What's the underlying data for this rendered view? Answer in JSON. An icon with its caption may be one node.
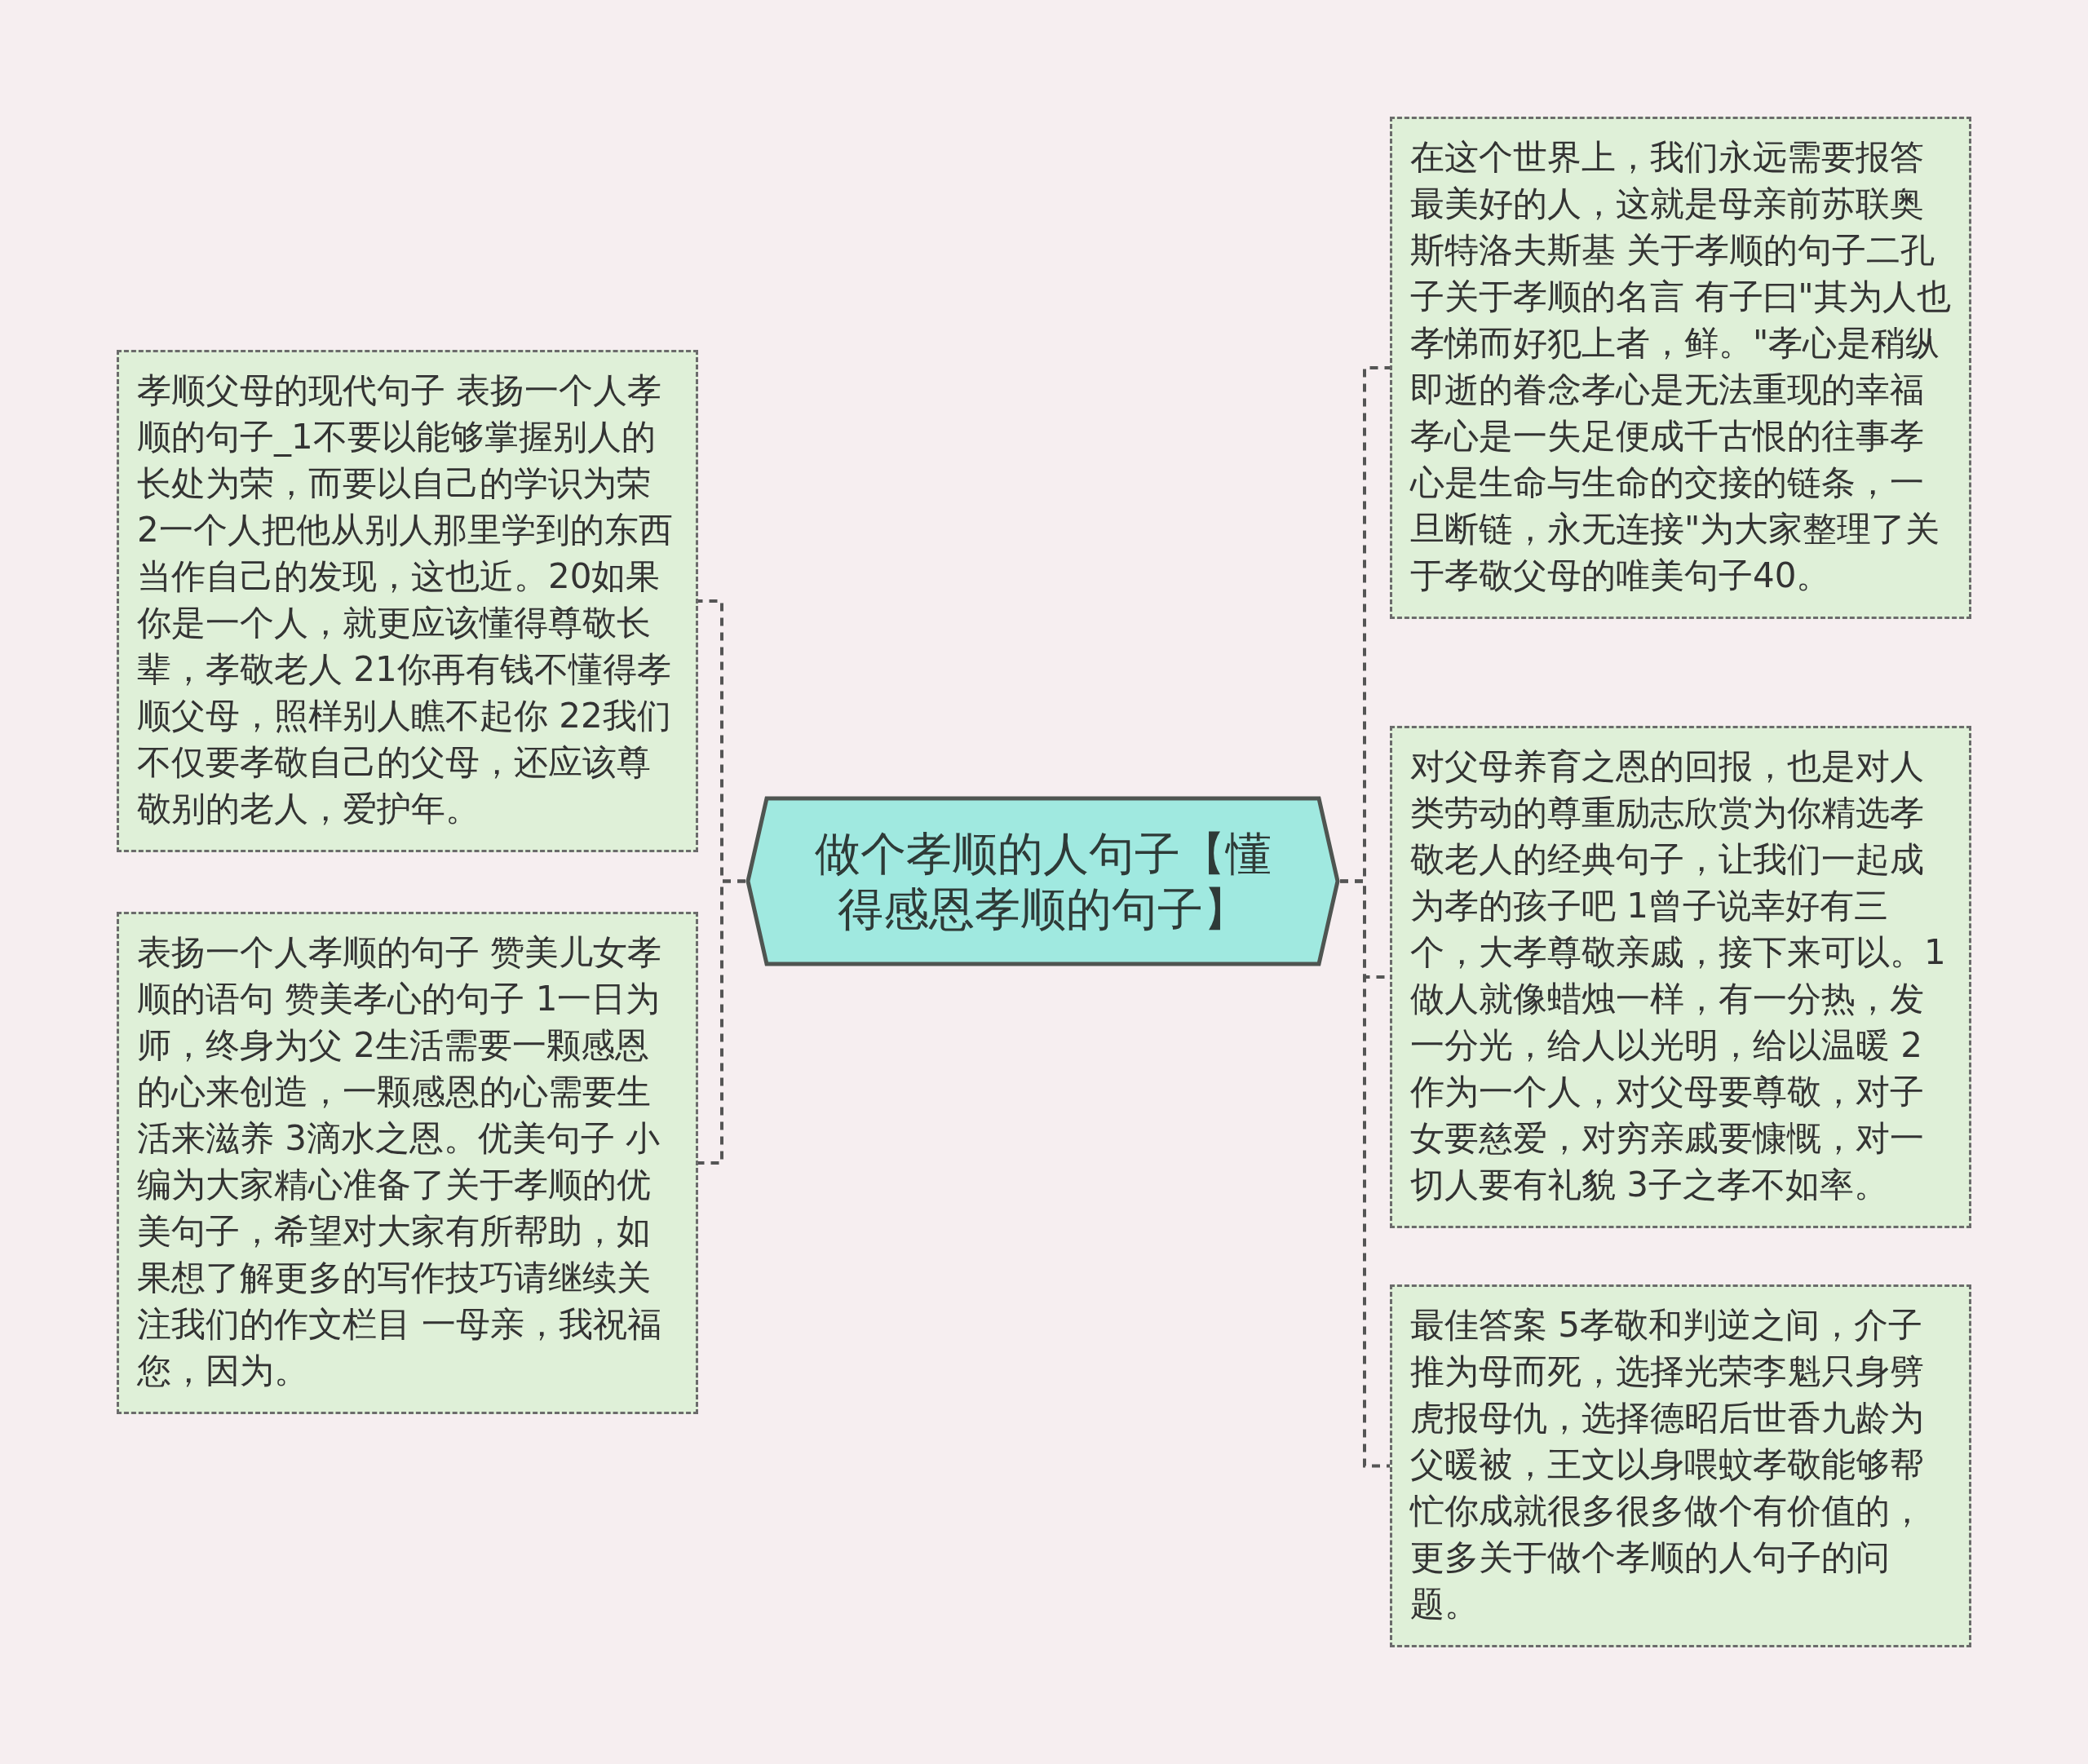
{
  "diagram": {
    "nodes": [
      {
        "text": [
          "做个孝顺的人句子【懂得感恩孝顺的句子】"
        ]
      },
      {
        "text": [
          "孝顺父母的现代句子 表扬一个人孝顺的句子_1不要以能够掌握别人的长处为荣，而要以自己的学识为荣 2一个人把他从别人那里学到的东西当作自己的发现，这也近。20如果你是一个人，就更应该懂得尊敬长辈，孝敬老人 21你再有钱不懂得孝顺父母，照样别人瞧不起你 22我们不仅要孝敬自己的父母，还应该尊敬别的老人，爱护年。"
        ]
      },
      {
        "text": [
          "表扬一个人孝顺的句子 赞美儿女孝顺的语句 赞美孝心的句子 1一日为师，终身为父 2生活需要一颗感恩的心来创造，一颗感恩的心需要生活来滋养 3滴水之恩。优美句子 小编为大家精心准备了关于孝顺的优美句子，希望对大家有所帮助，如果想了解更多的写作技巧请继续关注我们的作文栏目 一母亲，我祝福您，因为。"
        ]
      },
      {
        "text": [
          "在这个世界上，我们永远需要报答最美好的人，这就是母亲前苏联奥斯特洛夫斯基 关于孝顺的句子二孔子关于孝顺的名言 有子曰\"其为人也孝悌而好犯上者，鲜。\"孝心是稍纵即逝的眷念孝心是无法重现的幸福孝心是一失足便成千古恨的往事孝心是生命与生命的交接的链条，一旦断链，永无连接\"为大家整理了关于孝敬父母的唯美句子40。"
        ]
      },
      {
        "text": [
          "对父母养育之恩的回报，也是对人类劳动的尊重励志欣赏为你精选孝敬老人的经典句子，让我们一起成为孝的孩子吧 1曾子说幸好有三个，大孝尊敬亲戚，接下来可以。1做人就像蜡烛一样，有一分热，发一分光，给人以光明，给以温暖 2作为一个人，对父母要尊敬，对子女要慈爱，对穷亲戚要慷慨，对一切人要有礼貌 3子之孝不如率。"
        ]
      },
      {
        "text": [
          "最佳答案 5孝敬和判逆之间，介子推为母而死，选择光荣李魁只身劈虎报母仇，选择德昭后世香九龄为父暖被，王文以身喂蚊孝敬能够帮忙你成就很多很多做个有价值的，更多关于做个孝顺的人句子的问题。"
        ]
      }
    ],
    "edges": [
      {
        "from": 0,
        "to": 1,
        "arrow": "none",
        "style": "dashed"
      },
      {
        "from": 0,
        "to": 2,
        "arrow": "none",
        "style": "dashed"
      },
      {
        "from": 0,
        "to": 3,
        "arrow": "none",
        "style": "dashed"
      },
      {
        "from": 0,
        "to": 4,
        "arrow": "none",
        "style": "dashed"
      },
      {
        "from": 0,
        "to": 5,
        "arrow": "none",
        "style": "dashed"
      }
    ]
  }
}
